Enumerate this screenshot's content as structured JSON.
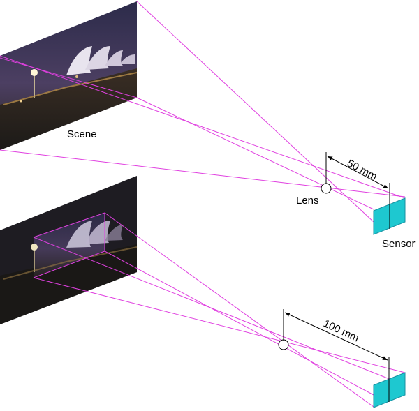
{
  "labels": {
    "scene": "Scene",
    "lens": "Lens",
    "sensor": "Sensor",
    "focal_top": "50 mm",
    "focal_bottom": "100 mm"
  },
  "colors": {
    "ray": "#e040e0",
    "sensor_fill": "#1ec8d0",
    "sky_top": "#3a3a5e",
    "sky_bottom": "#5a4a6e",
    "ground": "#2a2622",
    "lens_stroke": "#000000"
  },
  "icons": {
    "scene_photo": "night-harbour-photo-icon"
  }
}
